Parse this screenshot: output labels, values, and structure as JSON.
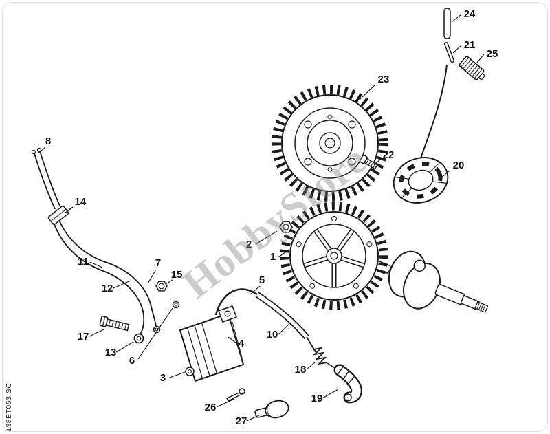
{
  "page": {
    "watermark": "HobbyStore",
    "diagram_code": "138ET053 SC"
  },
  "callouts": {
    "c1": "1",
    "c2": "2",
    "c3": "3",
    "c4": "4",
    "c5": "5",
    "c6": "6",
    "c7": "7",
    "c8": "8",
    "c10": "10",
    "c11": "11",
    "c12": "12",
    "c13": "13",
    "c14": "14",
    "c15": "15",
    "c17": "17",
    "c18": "18",
    "c19": "19",
    "c20": "20",
    "c21": "21",
    "c22": "22",
    "c23": "23",
    "c24": "24",
    "c25": "25",
    "c26": "26",
    "c27": "27"
  }
}
